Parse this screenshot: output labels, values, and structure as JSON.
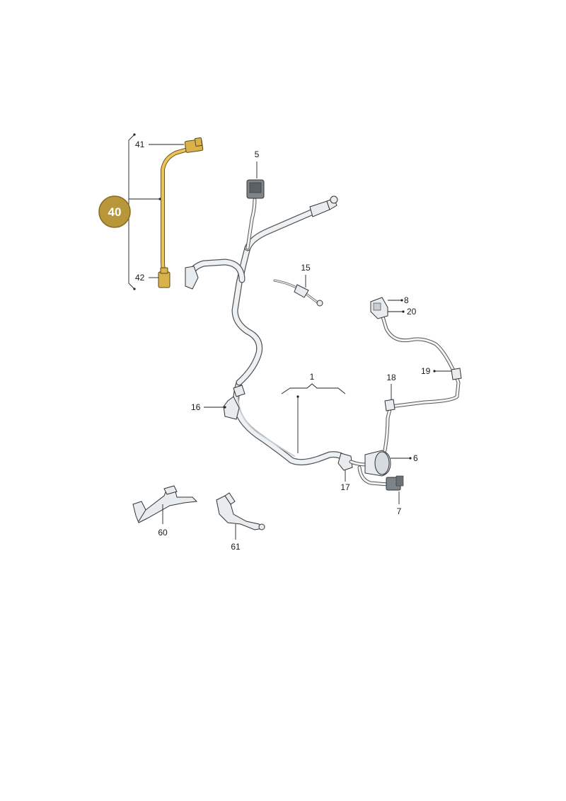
{
  "assembly_badge": {
    "number": "40",
    "color": "#b8963a"
  },
  "callouts": {
    "c1": "1",
    "c5": "5",
    "c6": "6",
    "c7": "7",
    "c8": "8",
    "c15": "15",
    "c16": "16",
    "c17": "17",
    "c18": "18",
    "c19": "19",
    "c20": "20",
    "c41": "41",
    "c42": "42",
    "c60": "60",
    "c61": "61"
  },
  "colors": {
    "highlight_part": "#e9c45c",
    "hose": "#eef1f3",
    "outline": "#333333"
  }
}
